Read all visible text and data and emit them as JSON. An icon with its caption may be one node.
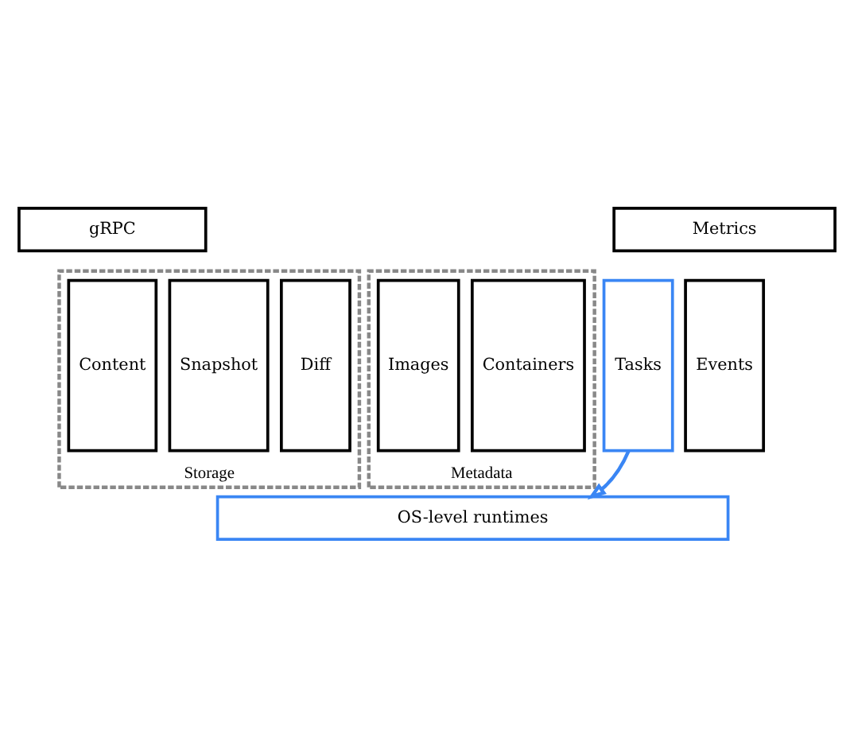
{
  "diagram": {
    "nodes": [
      {
        "text": [
          "gRPC"
        ]
      },
      {
        "text": [
          "Metrics"
        ]
      },
      {
        "text": [
          "Storage"
        ]
      },
      {
        "text": [
          "Content"
        ],
        "in": 2
      },
      {
        "text": [
          "Snapshot"
        ],
        "in": 2
      },
      {
        "text": [
          "Diff"
        ],
        "in": 2
      },
      {
        "text": [
          "Metadata"
        ]
      },
      {
        "text": [
          "Images"
        ],
        "in": 6
      },
      {
        "text": [
          "Containers"
        ],
        "in": 6
      },
      {
        "text": [
          "Tasks"
        ]
      },
      {
        "text": [
          "Events"
        ]
      },
      {
        "text": [
          "OS-level runtimes"
        ]
      }
    ],
    "edges": [
      {
        "from": 9,
        "to": 11,
        "arrow": "to",
        "color": "#3a86f4"
      }
    ]
  }
}
